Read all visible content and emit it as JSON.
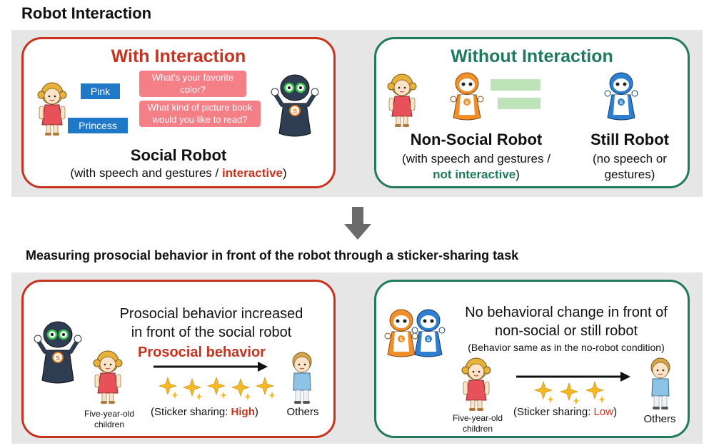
{
  "heading_top": "Robot Interaction",
  "heading_mid": "Measuring prosocial behavior in front of the robot through a sticker-sharing task",
  "panel_with": {
    "title": "With Interaction",
    "child_reply_1": "Pink",
    "child_reply_2": "Princess",
    "robot_q1": "What's your favorite color?",
    "robot_q2": "What kind of picture book would you like to read?",
    "robot_name": "Social Robot",
    "desc_prefix": "(with speech and gestures / ",
    "desc_highlight": "interactive",
    "desc_suffix": ")"
  },
  "panel_without": {
    "title": "Without Interaction",
    "nonsocial_name": "Non-Social Robot",
    "nonsocial_desc_line1": "(with speech and gestures /",
    "nonsocial_desc_highlight": "not interactive",
    "nonsocial_desc_suffix": ")",
    "still_name": "Still Robot",
    "still_desc_line1": "(no speech or",
    "still_desc_line2": "gestures)"
  },
  "panel_result_social": {
    "line1": "Prosocial behavior increased",
    "line2": "in front of the social robot",
    "arrow_label": "Prosocial behavior",
    "children_label": "Five-year-old children",
    "others_label": "Others",
    "sharing_prefix": "(Sticker sharing: ",
    "sharing_value": "High",
    "sharing_suffix": ")"
  },
  "panel_result_other": {
    "line1": "No behavioral change in front of",
    "line2": "non-social or still robot",
    "line3": "(Behavior same as in the no-robot condition)",
    "children_label": "Five-year-old children",
    "others_label": "Others",
    "sharing_prefix": "(Sticker sharing: ",
    "sharing_value": "Low",
    "sharing_suffix": ")"
  },
  "colors": {
    "red": "#c8321e",
    "green": "#1f7a5e",
    "blue_bubble": "#1f78c8",
    "pink_bubble": "#f47f86",
    "green_bubble": "#bfe3b8",
    "band": "#e6e6e6"
  }
}
